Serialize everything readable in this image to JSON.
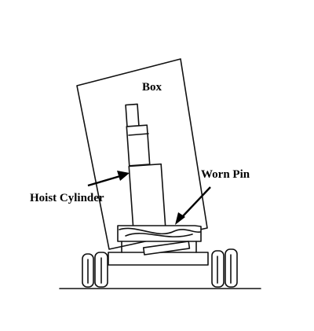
{
  "labels": {
    "box": "Box",
    "worn_pin": "Worn Pin",
    "hoist_cylinder": "Hoist Cylinder"
  }
}
